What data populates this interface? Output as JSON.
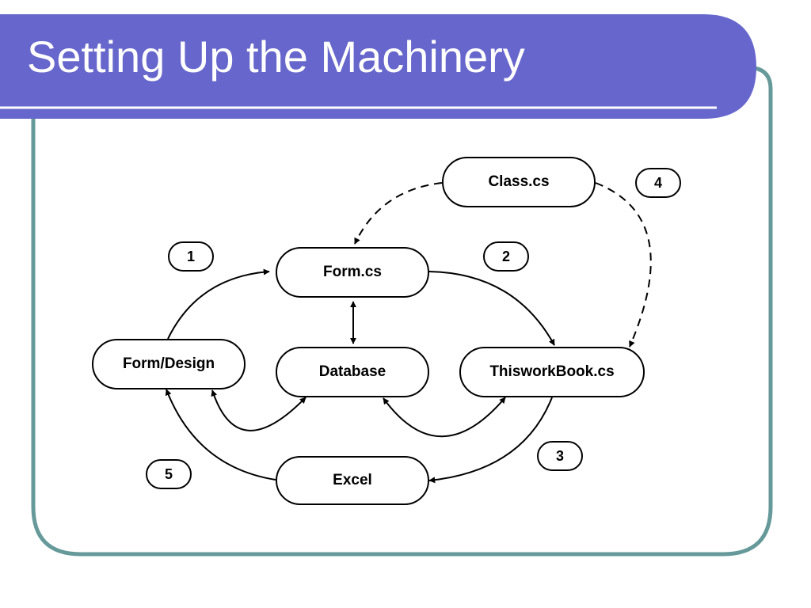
{
  "slide": {
    "title": "Setting Up the Machinery"
  },
  "theme": {
    "header_color": "#6666cc",
    "border_color": "#669999"
  },
  "diagram": {
    "nodes": {
      "class_cs": "Class.cs",
      "form_cs": "Form.cs",
      "form_design": "Form/Design",
      "database": "Database",
      "thisworkbook_cs": "ThisworkBook.cs",
      "excel": "Excel"
    },
    "steps": [
      "1",
      "2",
      "3",
      "4",
      "5"
    ]
  }
}
